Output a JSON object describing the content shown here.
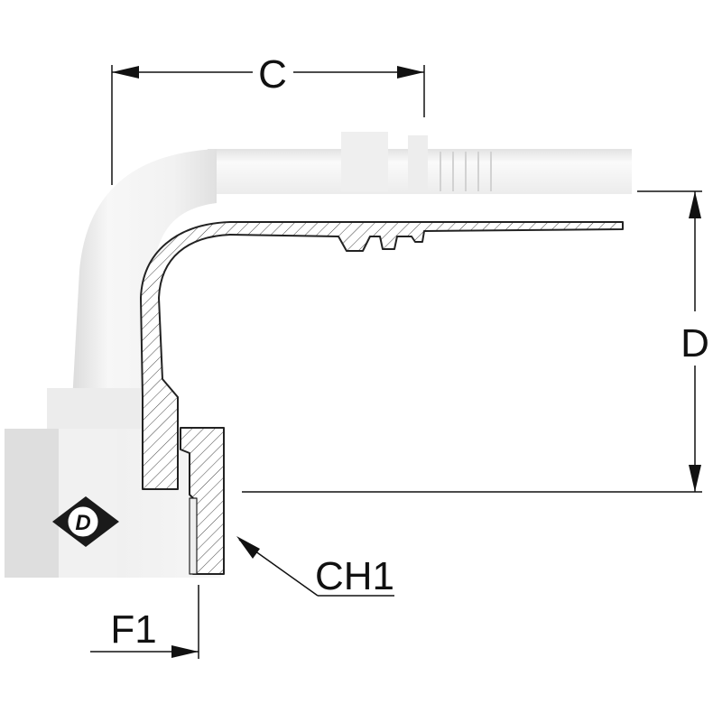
{
  "labels": {
    "c": "C",
    "d": "D",
    "ch1": "CH1",
    "f1": "F1"
  },
  "logo": {
    "icon": "dunlop-logo-icon",
    "letter": "D"
  },
  "colors": {
    "line": "#111111",
    "hatch": "#333333",
    "body_light": "#f4f4f4",
    "body_mid": "#e4e4e4",
    "body_dark": "#d0d0d0",
    "section": "#ffffff"
  }
}
